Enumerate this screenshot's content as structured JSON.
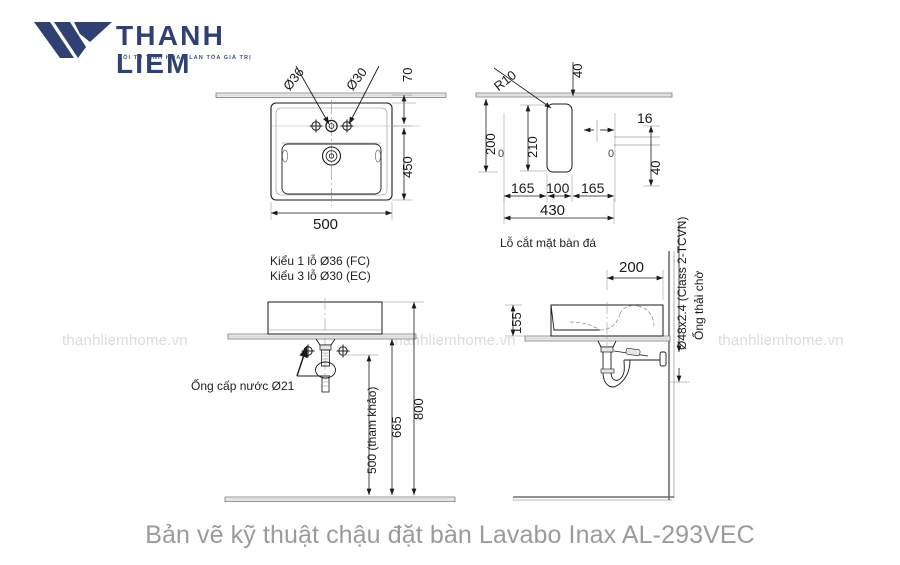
{
  "logo": {
    "brand": "THANH LIEM",
    "tagline": "HỘI TỤ TINH HOA - LAN TỎA GIÁ TRỊ",
    "mark_color": "#2e4172",
    "brand_color": "#2e4172"
  },
  "caption": {
    "text": "Bản vẽ kỹ thuật chậu đặt bàn Lavabo Inax AL-293VEC"
  },
  "watermark": {
    "text": "thanhliemhome.vn",
    "color": "#dcdcdc"
  },
  "views": {
    "top_view": {
      "name": "Top view of basin",
      "dimensions": {
        "hole_fc": "Ø36",
        "hole_ec": "Ø30",
        "back_offset": "70",
        "depth": "450",
        "width": "500"
      },
      "notes": [
        "Kiểu 1 lỗ Ø36 (FC)",
        "Kiểu 3 lỗ Ø30 (EC)"
      ]
    },
    "cutout_view": {
      "name": "Countertop cut-out",
      "title": "Lỗ cắt mặt bàn đá",
      "dimensions": {
        "radius": "R10",
        "top_edge": "40",
        "left_depth": "200",
        "slot_depth": "210",
        "slot_width_note": "16",
        "bottom_offset": "40",
        "seg_left": "165",
        "seg_mid": "100",
        "seg_right": "165",
        "total": "430",
        "zero_left": "0",
        "zero_right": "0"
      }
    },
    "front_section": {
      "name": "Front elevation with supply",
      "label": "Ống cấp nước Ø21",
      "dimensions": {
        "supply_height": "500 (tham khảo)",
        "trap_height": "665",
        "counter_height": "800"
      }
    },
    "side_section": {
      "name": "Side elevation with waste",
      "dimensions": {
        "projection": "200",
        "basin_height": "155"
      },
      "labels": {
        "waste_pipe": "Ø48x2.4 (Class 2-TCVN)",
        "waste_note": "Ống thải chờ"
      }
    }
  },
  "colors": {
    "line": "#1a1a1a",
    "thin_line": "#6d6d6d",
    "caption": "#9b9b9b",
    "background": "#ffffff"
  }
}
